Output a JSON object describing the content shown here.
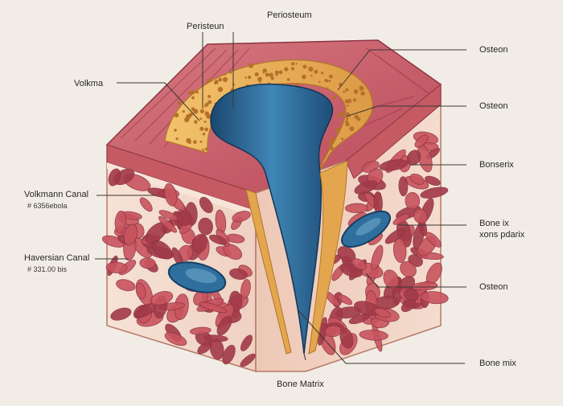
{
  "labels": {
    "periosteum_top": "Periosteum",
    "peristeun": "Peristeun",
    "volkma": "Volkma",
    "volkmann_canal": "Volkmann Canal",
    "volkmann_code": "# 6356ebola",
    "haversian_canal": "Haversian Canal",
    "haversian_code": "# 331.00 bis",
    "osteon_1": "Osteon",
    "osteon_2": "Osteon",
    "bonserix": "Bonserix",
    "bone_ix": "Bone ix",
    "xons_pdarix": "xons pdarix",
    "osteon_3": "Osteon",
    "bone_mix": "Bone mix",
    "bone_matrix": "Bone Matrix"
  },
  "colors": {
    "background": "#f1ede6",
    "muscle": "#c8545e",
    "muscle_dark": "#a23a48",
    "tissue_light": "#f2dccf",
    "spongy": "#e8b45a",
    "canal_blue": "#2f6f9e",
    "canal_dark": "#173f63",
    "leader": "#3a3532"
  }
}
